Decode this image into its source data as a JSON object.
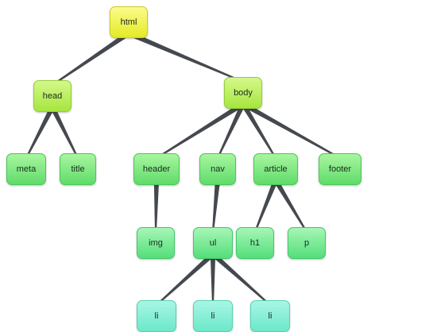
{
  "tree": {
    "nodes": [
      {
        "id": "html",
        "label": "html",
        "level": 0
      },
      {
        "id": "head",
        "label": "head",
        "level": 1
      },
      {
        "id": "body",
        "label": "body",
        "level": 1
      },
      {
        "id": "meta",
        "label": "meta",
        "level": 2
      },
      {
        "id": "title",
        "label": "title",
        "level": 2
      },
      {
        "id": "header",
        "label": "header",
        "level": 2
      },
      {
        "id": "nav",
        "label": "nav",
        "level": 2
      },
      {
        "id": "article",
        "label": "article",
        "level": 2
      },
      {
        "id": "footer",
        "label": "footer",
        "level": 2
      },
      {
        "id": "img",
        "label": "img",
        "level": 3
      },
      {
        "id": "ul",
        "label": "ul",
        "level": 3
      },
      {
        "id": "h1",
        "label": "h1",
        "level": 3
      },
      {
        "id": "p",
        "label": "p",
        "level": 3
      },
      {
        "id": "li1",
        "label": "li",
        "level": 4
      },
      {
        "id": "li2",
        "label": "li",
        "level": 4
      },
      {
        "id": "li3",
        "label": "li",
        "level": 4
      }
    ],
    "edges": [
      [
        "html",
        "head"
      ],
      [
        "html",
        "body"
      ],
      [
        "head",
        "meta"
      ],
      [
        "head",
        "title"
      ],
      [
        "body",
        "header"
      ],
      [
        "body",
        "nav"
      ],
      [
        "body",
        "article"
      ],
      [
        "body",
        "footer"
      ],
      [
        "header",
        "img"
      ],
      [
        "nav",
        "ul"
      ],
      [
        "article",
        "h1"
      ],
      [
        "article",
        "p"
      ],
      [
        "ul",
        "li1"
      ],
      [
        "ul",
        "li2"
      ],
      [
        "ul",
        "li3"
      ]
    ]
  }
}
